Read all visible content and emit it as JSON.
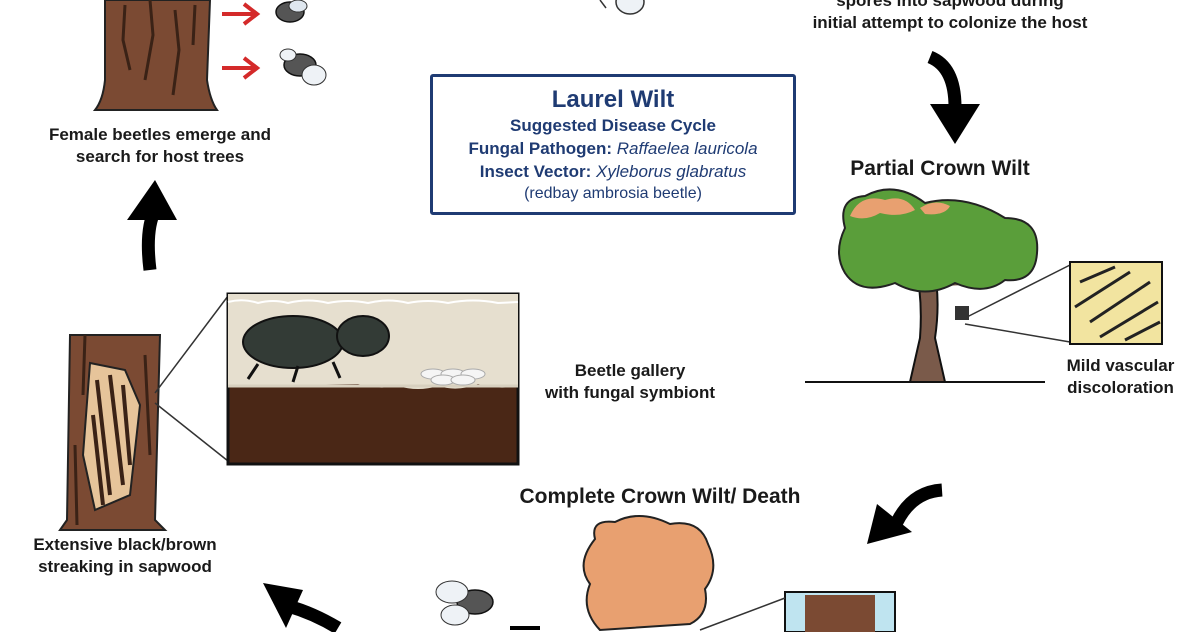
{
  "info_box": {
    "title": "Laurel Wilt",
    "subtitle": "Suggested Disease Cycle",
    "pathogen_label": "Fungal Pathogen:",
    "pathogen_name": "Raffaelea lauricola",
    "vector_label": "Insect Vector:",
    "vector_name": "Xyleborus glabratus",
    "vector_common": "(redbay ambrosia beetle)"
  },
  "stages": {
    "emergence": {
      "line1": "Female beetles emerge and",
      "line2": "search for host trees"
    },
    "colonize": {
      "line1": "spores into sapwood during",
      "line2": "initial attempt to colonize the host"
    },
    "partial_wilt": {
      "title": "Partial Crown Wilt"
    },
    "mild_discoloration": {
      "line1": "Mild vascular",
      "line2": "discoloration"
    },
    "gallery": {
      "line1": "Beetle gallery",
      "line2": "with fungal symbiont"
    },
    "complete_wilt": {
      "title": "Complete Crown Wilt/ Death"
    },
    "streaking": {
      "line1": "Extensive black/brown",
      "line2": "streaking in sapwood"
    }
  },
  "colors": {
    "box_border": "#1f3b73",
    "arrow": "#000000",
    "red_arrow": "#d42a2a",
    "healthy_crown": "#5a9e3a",
    "wilted_crown": "#e8a070",
    "bark": "#7b4a33",
    "sapwood": "#e6dfcf",
    "soil": "#4a2716",
    "discoloration_bg": "#f2e4a0"
  }
}
